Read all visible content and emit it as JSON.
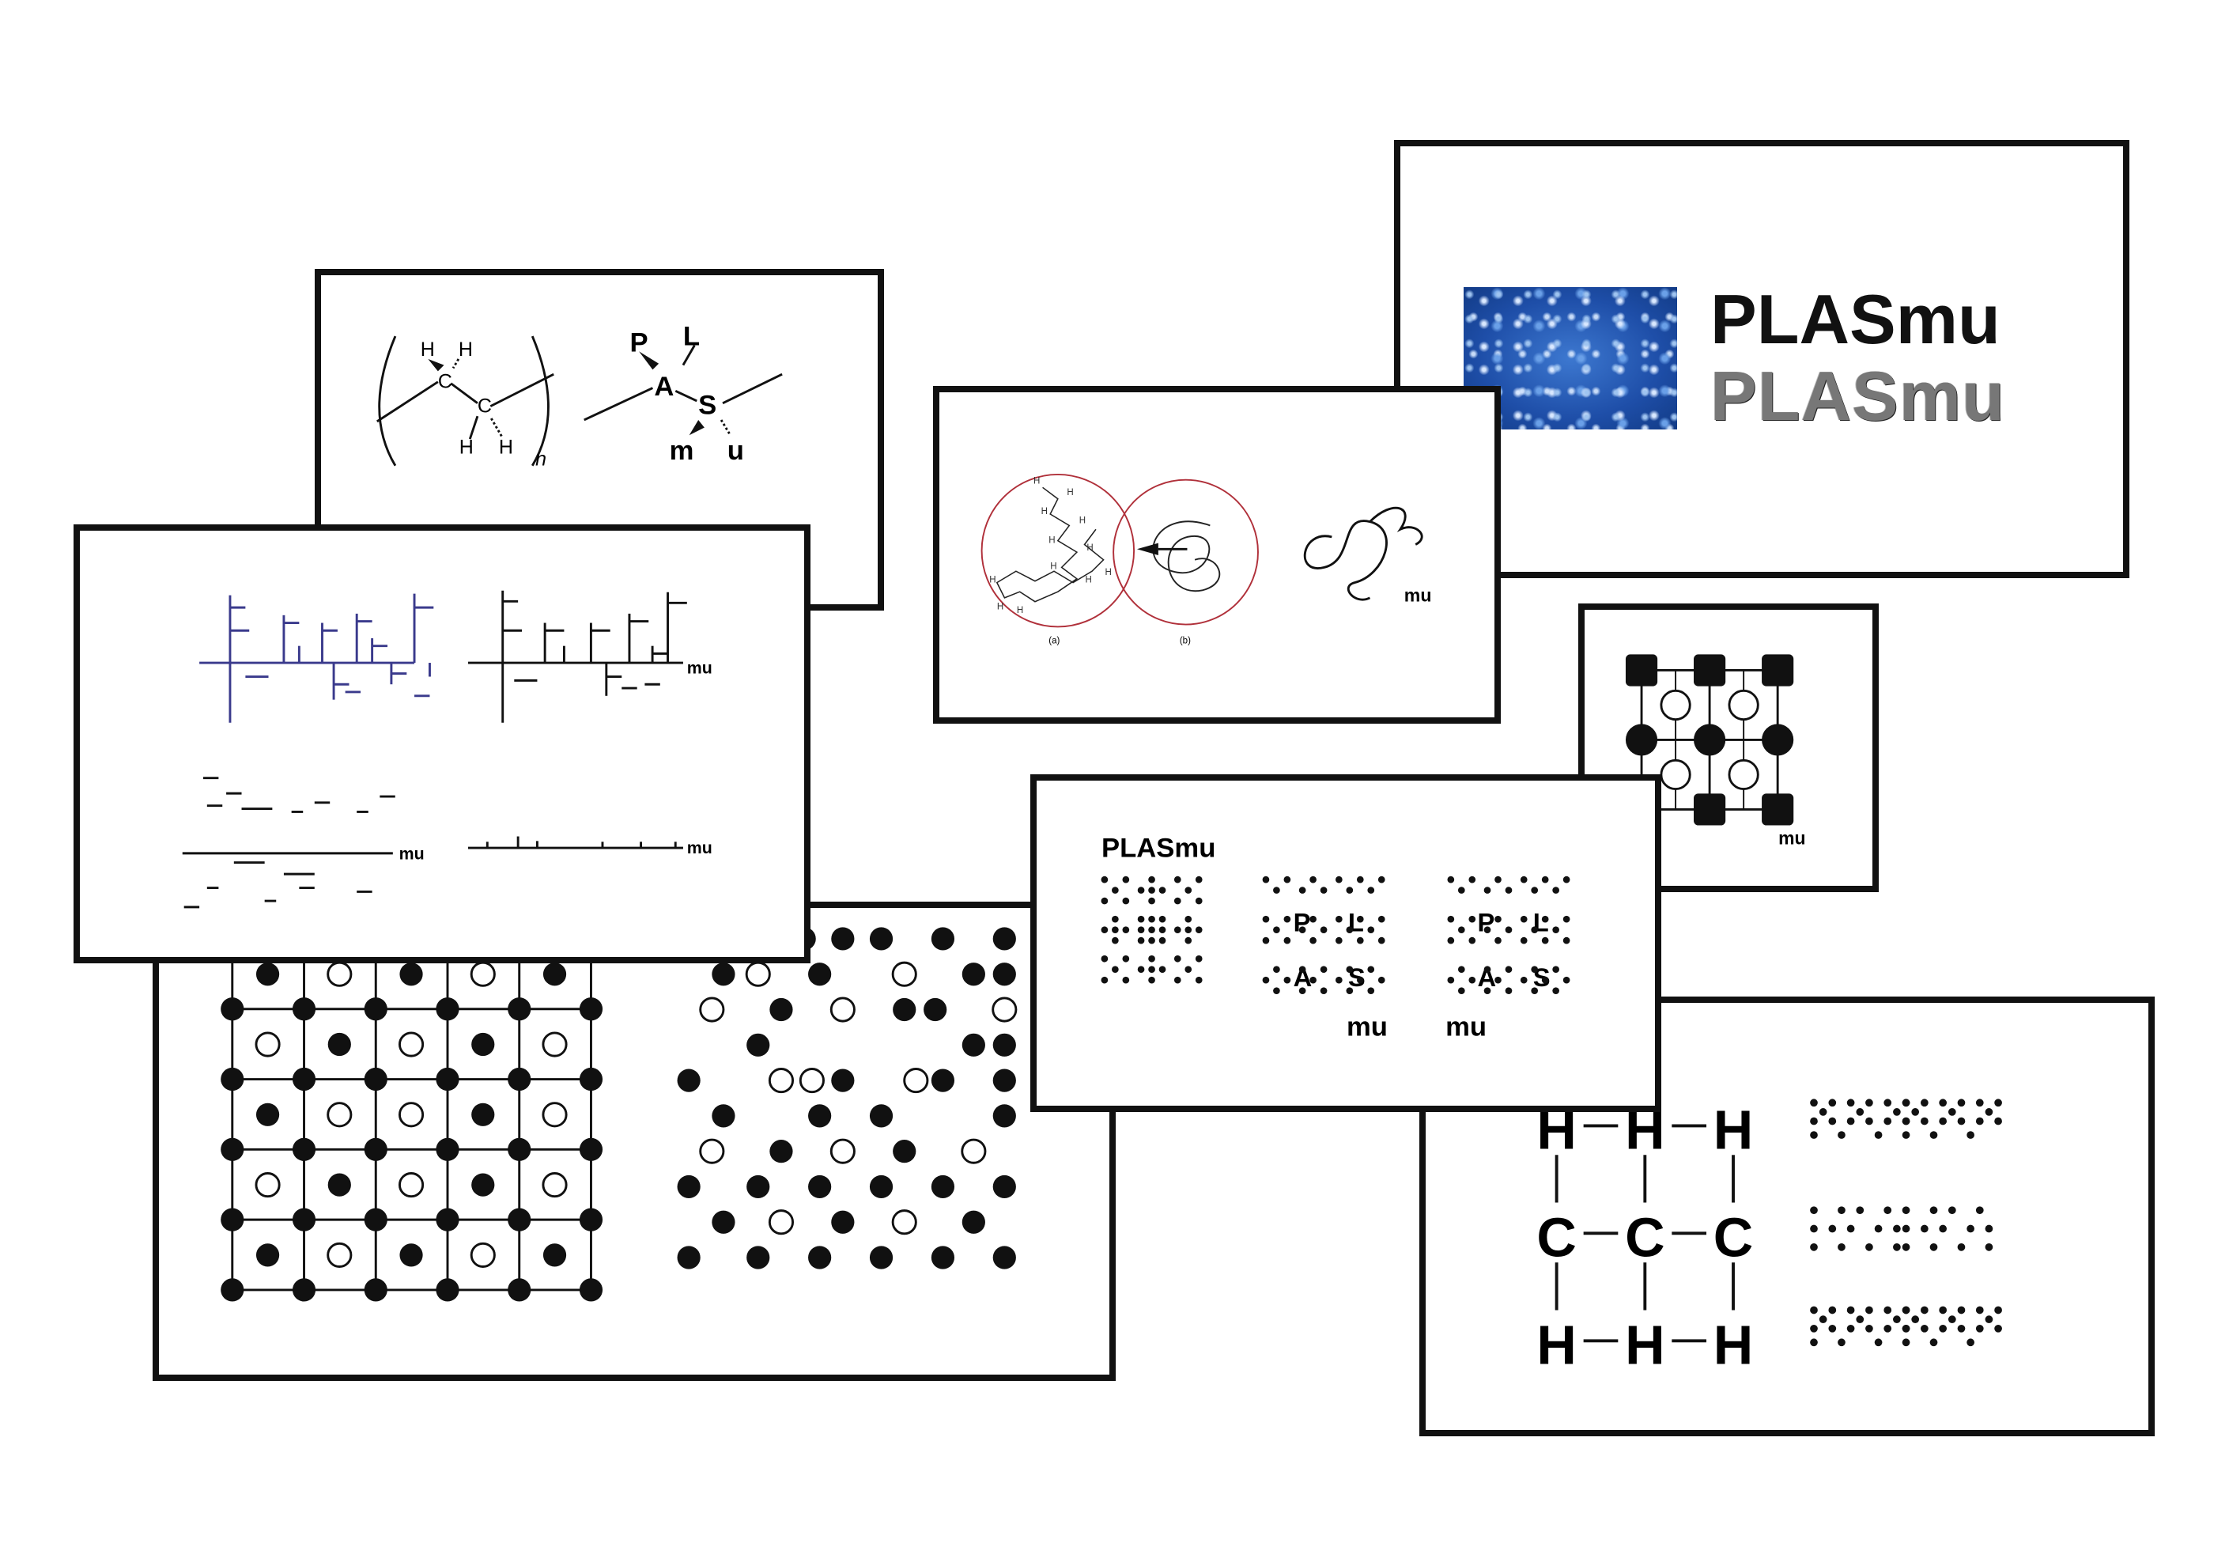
{
  "colors": {
    "ink": "#111111",
    "blue": "#3a3a8c",
    "red": "#b0303a",
    "bg": "#ffffff"
  },
  "card_formula": {
    "poly_atoms": [
      "H",
      "H",
      "C",
      "C",
      "H",
      "H"
    ],
    "poly_subscript": "n",
    "plasmu_letters": [
      "P",
      "L",
      "A",
      "S",
      "m",
      "u"
    ]
  },
  "card_chains": {
    "labels": [
      "mu",
      "mu",
      "mu"
    ]
  },
  "card_coil": {
    "caption_a": "(a)",
    "caption_b": "(b)",
    "label": "mu",
    "chain_atoms": [
      "H",
      "H",
      "H",
      "H",
      "H",
      "H",
      "H",
      "H",
      "H",
      "H",
      "H",
      "H"
    ]
  },
  "card_logo": {
    "title_solid": "PLASmu",
    "title_grainy": "PLASmu",
    "icon": "blue-plastic-granules-image"
  },
  "card_lattice": {},
  "card_square": {
    "label": "mu"
  },
  "card_braille": {
    "title": "PLASmu",
    "letters_1": [
      "P",
      "L",
      "A",
      "S"
    ],
    "label_1": "mu",
    "letters_2": [
      "P",
      "L",
      "A",
      "S"
    ],
    "label_2": "mu"
  },
  "card_hcc": {
    "rows": [
      [
        "H",
        "H",
        "H"
      ],
      [
        "C",
        "C",
        "C"
      ],
      [
        "H",
        "H",
        "H"
      ]
    ]
  }
}
